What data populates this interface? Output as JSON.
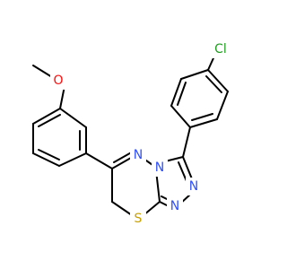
{
  "molecule": {
    "atoms": [
      {
        "id": "o_methoxy",
        "label": "O",
        "color": "#ff0d0d"
      },
      {
        "id": "cl",
        "label": "Cl",
        "color": "#1fa01f"
      },
      {
        "id": "n_ring_a",
        "label": "N",
        "color": "#3050f8"
      },
      {
        "id": "n_ring_b",
        "label": "N",
        "color": "#3050f8"
      },
      {
        "id": "n_ring_c",
        "label": "N",
        "color": "#3050f8"
      },
      {
        "id": "n_ring_d",
        "label": "N",
        "color": "#3050f8"
      },
      {
        "id": "s_ring",
        "label": "S",
        "color": "#c8a000"
      }
    ],
    "bond_color": "#000000"
  }
}
